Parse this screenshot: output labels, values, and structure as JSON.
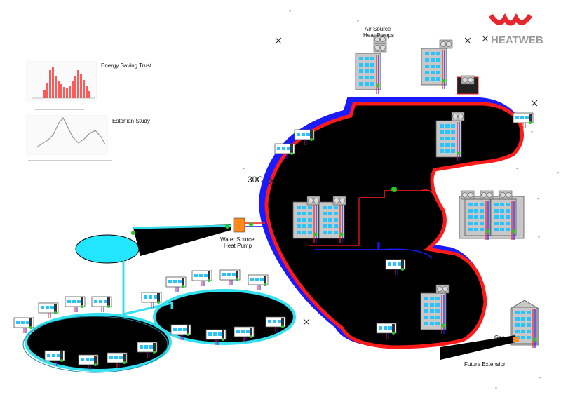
{
  "logo": {
    "text": "HEATWEB",
    "color_red": "#e8262d",
    "color_grey": "#9a9a9a"
  },
  "labels": {
    "energy_saving_trust": "Energy Saving Trust",
    "estonian_study": "Estonian Study",
    "air_source_line1": "Air Source",
    "air_source_line2": "Heat Pumps",
    "water_source_line1": "Water Source",
    "water_source_line2": "Heat Pump",
    "temp_30c": "30C",
    "gas": "Gas",
    "future_extension": "Future Extension"
  },
  "colors": {
    "flow_red": "#ff1a1a",
    "return_blue": "#1a1aff",
    "cyan_pipe": "#33e0f0",
    "lake_cyan": "#22e6ff",
    "network_fill": "#000000",
    "heat_pump_orange": "#ff8a1a",
    "pump_green": "#22cc22",
    "building_grey": "#c8c8c8",
    "chart_bars": "#ff5a5a"
  },
  "icons": [
    "close-x-icon",
    "heat-pump-icon",
    "pump-icon",
    "building-icon",
    "house-icon",
    "fan-unit-icon"
  ]
}
